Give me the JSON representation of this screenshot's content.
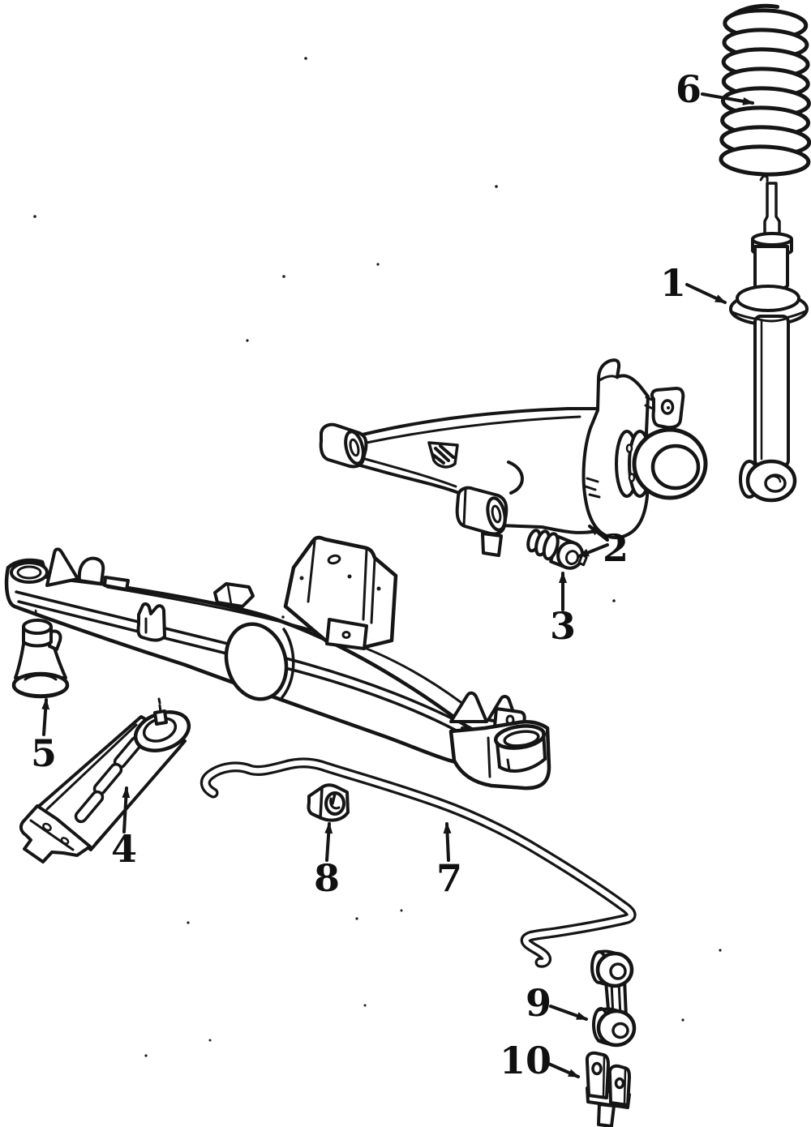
{
  "page": {
    "background": "#ffffff",
    "ink": "#151515"
  },
  "callouts": [
    {
      "number": "1",
      "part": "shock-absorber"
    },
    {
      "number": "2",
      "part": "trailing-arm"
    },
    {
      "number": "3",
      "part": "trailing-arm-bushing"
    },
    {
      "number": "4",
      "part": "support-bracket"
    },
    {
      "number": "5",
      "part": "subframe-mount"
    },
    {
      "number": "6",
      "part": "coil-spring"
    },
    {
      "number": "7",
      "part": "stabilizer-bar"
    },
    {
      "number": "8",
      "part": "stabilizer-bar-bushing"
    },
    {
      "number": "9",
      "part": "stabilizer-link"
    },
    {
      "number": "10",
      "part": "stabilizer-bar-bracket"
    }
  ]
}
